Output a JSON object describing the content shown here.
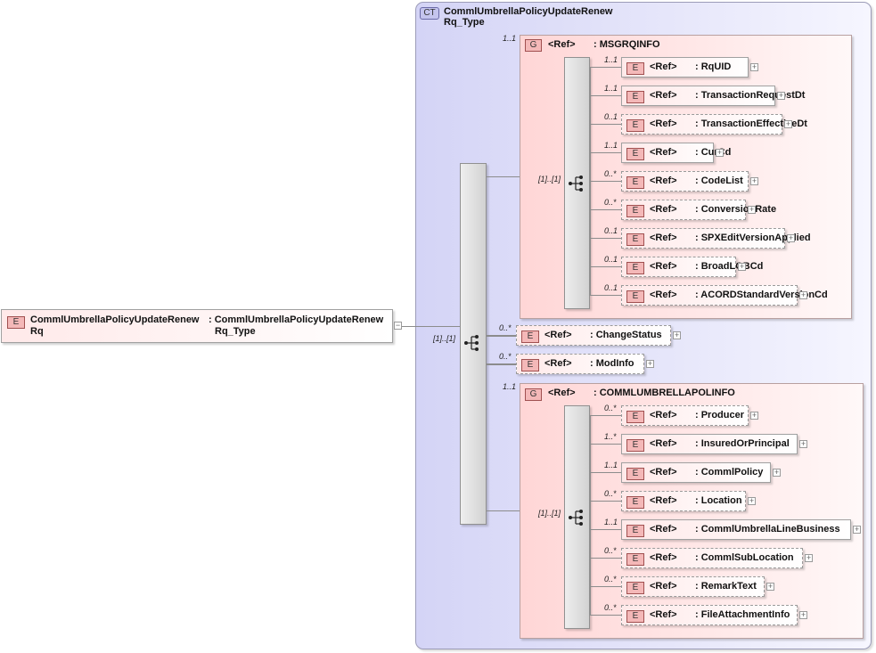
{
  "root": {
    "badge": "E",
    "name_line1": "CommlUmbrellaPolicyUpdateRenew",
    "name_line2": "Rq",
    "type_line1": ": CommlUmbrellaPolicyUpdateRenew",
    "type_line2": "Rq_Type"
  },
  "complex_type": {
    "badge": "CT",
    "name_line1": "CommlUmbrellaPolicyUpdateRenew",
    "name_line2": "Rq_Type"
  },
  "main_sequence": {
    "cardinality": "[1]..[1]"
  },
  "msgrq_group": {
    "badge": "G",
    "ref": "<Ref>",
    "name": ": MSGRQINFO",
    "cardinality": "1..1",
    "sequence_cardinality": "[1]..[1]",
    "children": [
      {
        "badge": "E",
        "ref": "<Ref>",
        "name": ": RqUID",
        "cardinality": "1..1",
        "optional": false
      },
      {
        "badge": "E",
        "ref": "<Ref>",
        "name": ": TransactionRequestDt",
        "cardinality": "1..1",
        "optional": false
      },
      {
        "badge": "E",
        "ref": "<Ref>",
        "name": ": TransactionEffectiveDt",
        "cardinality": "0..1",
        "optional": true
      },
      {
        "badge": "E",
        "ref": "<Ref>",
        "name": ": CurCd",
        "cardinality": "1..1",
        "optional": false
      },
      {
        "badge": "E",
        "ref": "<Ref>",
        "name": ": CodeList",
        "cardinality": "0..*",
        "optional": true
      },
      {
        "badge": "E",
        "ref": "<Ref>",
        "name": ": ConversionRate",
        "cardinality": "0..*",
        "optional": true
      },
      {
        "badge": "E",
        "ref": "<Ref>",
        "name": ": SPXEditVersionApplied",
        "cardinality": "0..1",
        "optional": true
      },
      {
        "badge": "E",
        "ref": "<Ref>",
        "name": ": BroadLOBCd",
        "cardinality": "0..1",
        "optional": true
      },
      {
        "badge": "E",
        "ref": "<Ref>",
        "name": ": ACORDStandardVersionCd",
        "cardinality": "0..1",
        "optional": true
      }
    ]
  },
  "middle_elements": [
    {
      "badge": "E",
      "ref": "<Ref>",
      "name": ": ChangeStatus",
      "cardinality": "0..*",
      "optional": true
    },
    {
      "badge": "E",
      "ref": "<Ref>",
      "name": ": ModInfo",
      "cardinality": "0..*",
      "optional": true
    }
  ],
  "commlumb_group": {
    "badge": "G",
    "ref": "<Ref>",
    "name": ": COMMLUMBRELLAPOLINFO",
    "cardinality": "1..1",
    "sequence_cardinality": "[1]..[1]",
    "children": [
      {
        "badge": "E",
        "ref": "<Ref>",
        "name": ": Producer",
        "cardinality": "0..*",
        "optional": true
      },
      {
        "badge": "E",
        "ref": "<Ref>",
        "name": ": InsuredOrPrincipal",
        "cardinality": "1..*",
        "optional": false
      },
      {
        "badge": "E",
        "ref": "<Ref>",
        "name": ": CommlPolicy",
        "cardinality": "1..1",
        "optional": false
      },
      {
        "badge": "E",
        "ref": "<Ref>",
        "name": ": Location",
        "cardinality": "0..*",
        "optional": true
      },
      {
        "badge": "E",
        "ref": "<Ref>",
        "name": ": CommlUmbrellaLineBusiness",
        "cardinality": "1..1",
        "optional": false
      },
      {
        "badge": "E",
        "ref": "<Ref>",
        "name": ": CommlSubLocation",
        "cardinality": "0..*",
        "optional": true
      },
      {
        "badge": "E",
        "ref": "<Ref>",
        "name": ": RemarkText",
        "cardinality": "0..*",
        "optional": true
      },
      {
        "badge": "E",
        "ref": "<Ref>",
        "name": ": FileAttachmentInfo",
        "cardinality": "0..*",
        "optional": true
      }
    ]
  },
  "colors": {
    "complex_type_bg": "#dcdcf8",
    "group_bg": "#ffdcdc",
    "element_badge": "#f4b8b8",
    "connector": "#8c8c8c"
  }
}
